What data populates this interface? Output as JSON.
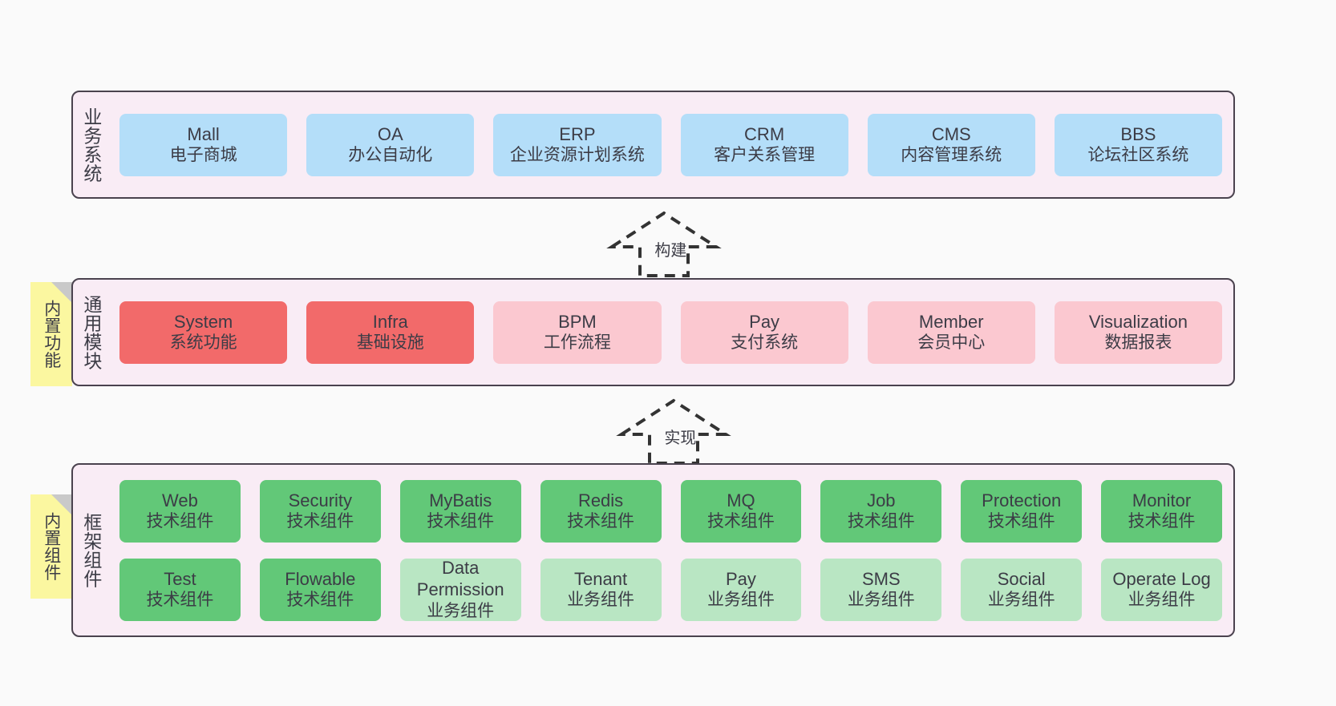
{
  "layers": {
    "business": {
      "title": "业务系统",
      "cards": [
        {
          "name": "Mall",
          "desc": "电子商城"
        },
        {
          "name": "OA",
          "desc": "办公自动化"
        },
        {
          "name": "ERP",
          "desc": "企业资源计划系统"
        },
        {
          "name": "CRM",
          "desc": "客户关系管理"
        },
        {
          "name": "CMS",
          "desc": "内容管理系统"
        },
        {
          "name": "BBS",
          "desc": "论坛社区系统"
        }
      ]
    },
    "common": {
      "title": "通用模块",
      "note": "内置功能",
      "cards": [
        {
          "name": "System",
          "desc": "系统功能"
        },
        {
          "name": "Infra",
          "desc": "基础设施"
        },
        {
          "name": "BPM",
          "desc": "工作流程"
        },
        {
          "name": "Pay",
          "desc": "支付系统"
        },
        {
          "name": "Member",
          "desc": "会员中心"
        },
        {
          "name": "Visualization",
          "desc": "数据报表"
        }
      ]
    },
    "framework": {
      "title": "框架组件",
      "note": "内置组件",
      "row1": [
        {
          "name": "Web",
          "desc": "技术组件"
        },
        {
          "name": "Security",
          "desc": "技术组件"
        },
        {
          "name": "MyBatis",
          "desc": "技术组件"
        },
        {
          "name": "Redis",
          "desc": "技术组件"
        },
        {
          "name": "MQ",
          "desc": "技术组件"
        },
        {
          "name": "Job",
          "desc": "技术组件"
        },
        {
          "name": "Protection",
          "desc": "技术组件"
        },
        {
          "name": "Monitor",
          "desc": "技术组件"
        }
      ],
      "row2": [
        {
          "name": "Test",
          "desc": "技术组件"
        },
        {
          "name": "Flowable",
          "desc": "技术组件"
        },
        {
          "name": "Data Permission",
          "desc": "业务组件"
        },
        {
          "name": "Tenant",
          "desc": "业务组件"
        },
        {
          "name": "Pay",
          "desc": "业务组件"
        },
        {
          "name": "SMS",
          "desc": "业务组件"
        },
        {
          "name": "Social",
          "desc": "业务组件"
        },
        {
          "name": "Operate Log",
          "desc": "业务组件"
        }
      ]
    }
  },
  "arrows": {
    "build": "构建",
    "implement": "实现"
  },
  "colors": {
    "page_background": "#fafafa",
    "band_background": "#f9ecf5",
    "band_border": "#4a424e",
    "business_card": "#b4def9",
    "common_active": "#f26a6a",
    "common_inactive": "#fbc8d0",
    "framework_tech": "#62c878",
    "framework_business": "#b9e6c3",
    "note_background": "#fbf7a0",
    "note_fold": "#c9c9c9",
    "text": "#3c3c46"
  }
}
